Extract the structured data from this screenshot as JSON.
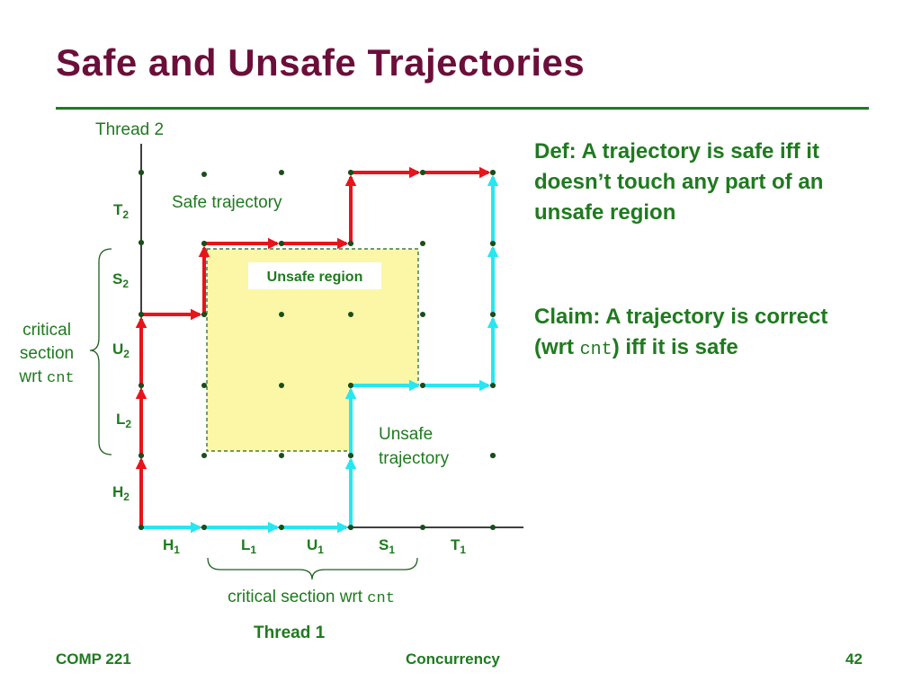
{
  "slide": {
    "title": "Safe and Unsafe Trajectories",
    "def_text": "Def: A trajectory is safe iff it doesn’t touch any part of an unsafe region",
    "claim_prefix": "Claim: A trajectory is correct (wrt ",
    "claim_mono": "cnt",
    "claim_suffix": ") iff it is safe"
  },
  "diagram": {
    "thread2_label": "Thread 2",
    "thread1_label": "Thread 1",
    "safe_label": "Safe trajectory",
    "unsafe_region_label": "Unsafe region",
    "unsafe_traj_line1": "Unsafe",
    "unsafe_traj_line2": "trajectory",
    "crit_left_1": "critical",
    "crit_left_2": "section",
    "crit_left_3": "wrt ",
    "crit_left_mono": "cnt",
    "crit_bottom": "critical section wrt ",
    "crit_bottom_mono": "cnt",
    "y_labels": [
      {
        "base": "H",
        "sub": "2"
      },
      {
        "base": "L",
        "sub": "2"
      },
      {
        "base": "U",
        "sub": "2"
      },
      {
        "base": "S",
        "sub": "2"
      },
      {
        "base": "T",
        "sub": "2"
      }
    ],
    "x_labels": [
      {
        "base": "H",
        "sub": "1"
      },
      {
        "base": "L",
        "sub": "1"
      },
      {
        "base": "U",
        "sub": "1"
      },
      {
        "base": "S",
        "sub": "1"
      },
      {
        "base": "T",
        "sub": "1"
      }
    ],
    "colors": {
      "safe": "#e8141b",
      "unsafe": "#27e6f2",
      "region_fill": "#fbf7a6",
      "label_green": "#1f7a1f",
      "title_maroon": "#6b0f3a"
    }
  },
  "footer": {
    "left": "COMP 221",
    "center": "Concurrency",
    "right": "42"
  }
}
